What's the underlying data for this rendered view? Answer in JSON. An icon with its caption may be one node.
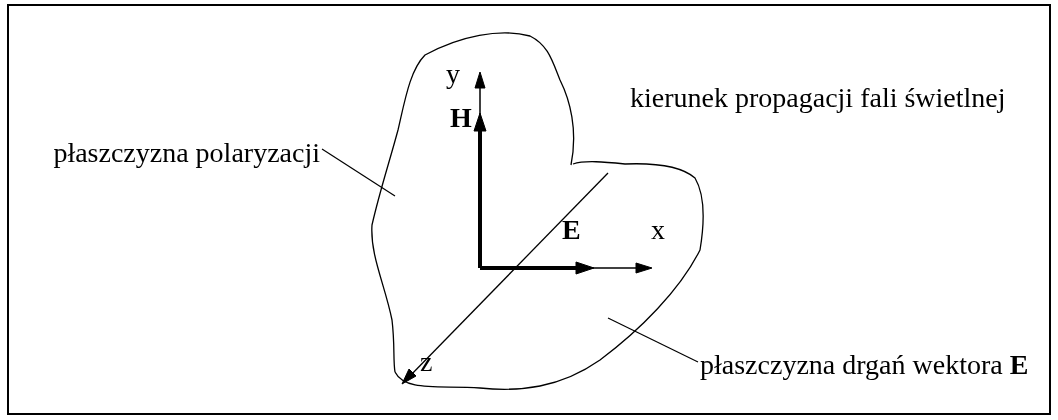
{
  "diagram": {
    "nodes": [
      {
        "text": [
          "płaszczyzna polaryzacji"
        ]
      },
      {
        "text": [
          "płaszczyzna drgań wektora **E**"
        ]
      }
    ],
    "edges": [
      {
        "from": 0,
        "to": null,
        "arrow": "none"
      },
      {
        "from": 1,
        "to": null,
        "arrow": "none"
      }
    ],
    "labels": [
      "y",
      "H",
      "kierunek propagacji fali świetlnej",
      "E",
      "x",
      "z"
    ]
  }
}
